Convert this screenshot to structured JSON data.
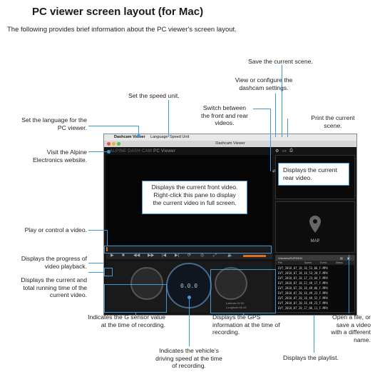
{
  "page": {
    "title": "PC viewer screen layout (for Mac)",
    "intro": "The following provides brief information about the PC viewer's screen layout."
  },
  "annotations": {
    "save_scene": "Save the current scene.",
    "settings": [
      "View or configure the",
      "dashcam settings."
    ],
    "speed_unit": "Set the speed unit.",
    "switch": [
      "Switch between",
      "the front and rear",
      "videos."
    ],
    "print": [
      "Print the current",
      "scene."
    ],
    "language": [
      "Set the language for the",
      "PC viewer."
    ],
    "website": [
      "Visit the Alpine",
      "Electronics website."
    ],
    "front_video": [
      "Displays the current front video.",
      "Right-click this pane to display",
      "the current video in full screen."
    ],
    "rear_video": [
      "Displays the current",
      "rear video."
    ],
    "play_control": "Play or control a video.",
    "progress": [
      "Displays the progress of",
      "video playback."
    ],
    "time": [
      "Displays the current and",
      "total running time of the",
      "current video."
    ],
    "g_sensor": [
      "Indicates the G sensor value",
      "at the time of recording."
    ],
    "gps": [
      "Displays the GPS",
      "information at the time of",
      "recording."
    ],
    "open_file": [
      "Open a file, or",
      "save a video",
      "with a different",
      "name."
    ],
    "speed": [
      "Indicates the vehicle's",
      "driving speed at the time",
      "of recording."
    ],
    "playlist": "Displays the playlist."
  },
  "app": {
    "apple_glyph": "",
    "menu": [
      "Dashcam Viewer",
      "Language",
      "Speed Unit"
    ],
    "window_title": "Dashcam Viewer",
    "logo": "ALPINE DASH CAM",
    "logo_suffix": "PC Viewer",
    "map_label": "MAP",
    "speed_reading": "0.0.0",
    "gps_lines": [
      "Latitude:00.00",
      "Longitude:00.00"
    ],
    "playlist_title": "Volumes/DVR3300",
    "playlist_columns": [
      "File",
      "Speed",
      "Event",
      "Status"
    ],
    "playlist_rows": [
      "EVT_2018_07_18_16_53_06_F.MP4",
      "EVT_2018_07_18_16_53_20_F.MP4",
      "EVT_2018_07_18_17_23_04_F.MP4",
      "EVT_2018_07_18_22_49_17_F.MP4",
      "EVT_2018_07_20_16_49_06_F.MP4",
      "EVT_2018_07_20_16_49_23_F.MP4",
      "EVT_2018_07_20_16_49_52_F.MP4",
      "EVT_2018_07_20_16_49_23_F.MP4",
      "EVT_2018_07_20_17_06_11_F.MP4"
    ],
    "accent": "#3d9ad6",
    "progress_fraction": 0.01
  }
}
